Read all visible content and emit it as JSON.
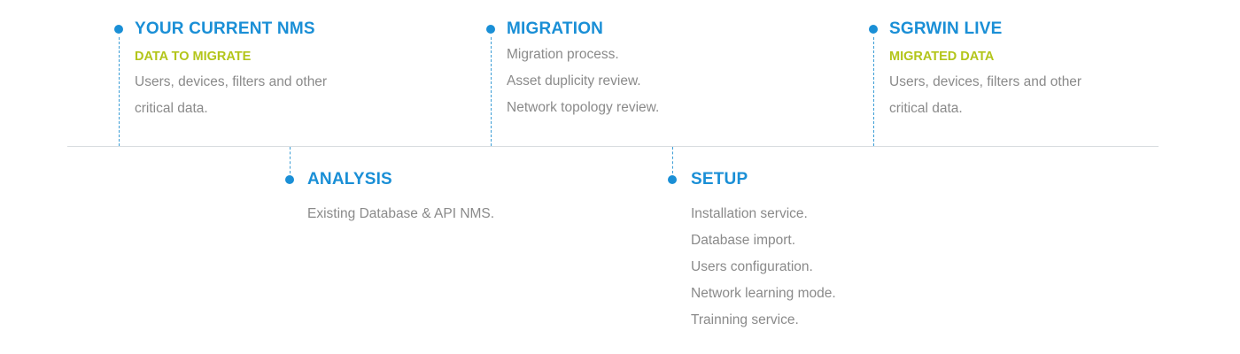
{
  "colors": {
    "accent_blue": "#1a8fd6",
    "accent_green": "#b3c51a",
    "body_text": "#8a8a8a",
    "axis": "#d9dde0"
  },
  "stages": {
    "current_nms": {
      "title": "YOUR CURRENT NMS",
      "subtitle": "DATA TO MIGRATE",
      "lines": [
        "Users, devices, filters and other",
        "critical data."
      ]
    },
    "analysis": {
      "title": "ANALYSIS",
      "lines": [
        "Existing Database & API NMS."
      ]
    },
    "migration": {
      "title": "MIGRATION",
      "lines": [
        "Migration process.",
        "Asset duplicity review.",
        "Network topology review."
      ]
    },
    "setup": {
      "title": "SETUP",
      "lines": [
        "Installation service.",
        "Database import.",
        "Users configuration.",
        "Network learning mode.",
        "Trainning service."
      ]
    },
    "sgrwin_live": {
      "title": "SGRWIN LIVE",
      "subtitle": "MIGRATED DATA",
      "lines": [
        "Users, devices, filters and other",
        "critical data."
      ]
    }
  }
}
